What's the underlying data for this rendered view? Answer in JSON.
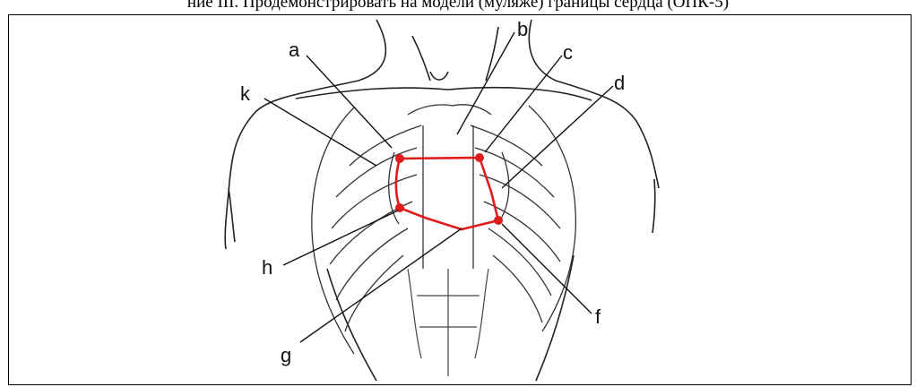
{
  "caption": "ние III. Продемонстрировать на модели (муляже) границы сердца (ОПК-5)",
  "labels": {
    "a": "a",
    "b": "b",
    "c": "c",
    "d": "d",
    "f": "f",
    "g": "g",
    "h": "h",
    "k": "k"
  },
  "colors": {
    "outline": "#000000",
    "border": "#e01b1b",
    "ink": "#333333"
  }
}
